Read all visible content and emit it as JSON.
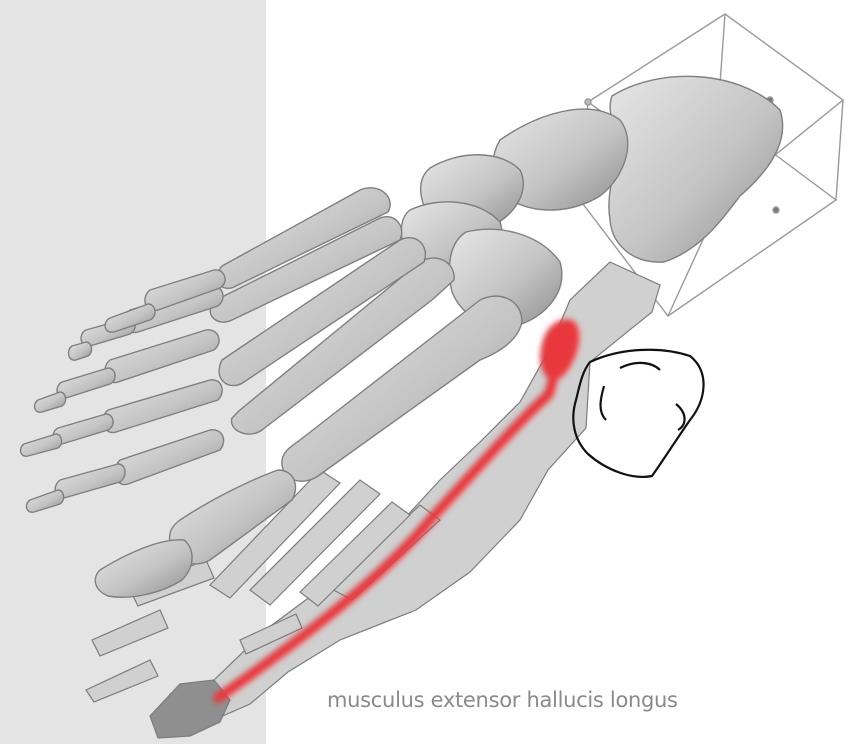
{
  "caption": "musculus extensor hallucis longus",
  "colors": {
    "left_panel": "#e4e4e4",
    "background": "#ffffff",
    "bone_fill": "#c7c7c7",
    "bone_stroke": "#7f7f7f",
    "shadow_fill": "#d0d0d0",
    "muscle": "#e8383e",
    "outline": "#111111",
    "bbox_line": "#9a9a9a",
    "caption_text": "#8a8a8a"
  },
  "scene": {
    "subject": "3D skeletal foot model with projected footprint shadow",
    "highlighted_structure": "tendon-path"
  }
}
